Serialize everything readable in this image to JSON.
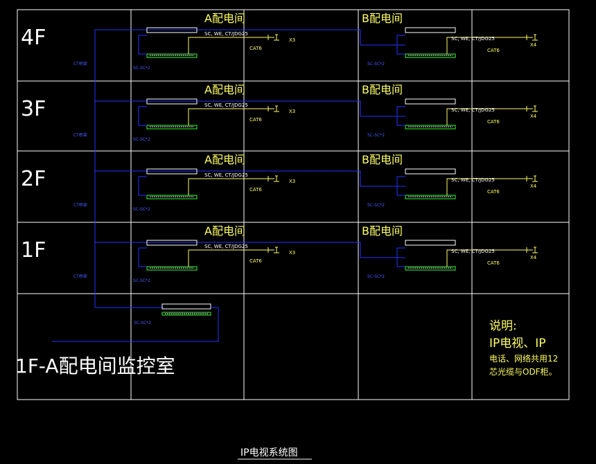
{
  "floors": [
    {
      "label": "4F",
      "room_a": "A配电间",
      "room_b": "B配电间"
    },
    {
      "label": "3F",
      "room_a": "A配电间",
      "room_b": "B配电间"
    },
    {
      "label": "2F",
      "room_a": "A配电间",
      "room_b": "B配电间"
    },
    {
      "label": "1F",
      "room_a": "A配电间",
      "room_b": "B配电间"
    }
  ],
  "labels": {
    "cable_spec": "SC, WE, CT/JDG25",
    "cat6": "CAT6",
    "outlet_a": "X3",
    "outlet_b": "X4",
    "conduit": "SC-SC*2",
    "riser": "CT桥架"
  },
  "control_room": {
    "label": "1F-A配电间监控室"
  },
  "notes": {
    "heading": "说明:",
    "line1": "IP电视、IP",
    "line2": "电话、网络共用12",
    "line3": "芯光缆与ODF柜。"
  },
  "title": "IP电视系统图",
  "colors": {
    "background": "#000000",
    "frame": "#ffffff",
    "cable": "#2233ff",
    "equipment": "#33ff33",
    "annotation": "#ffff66"
  }
}
